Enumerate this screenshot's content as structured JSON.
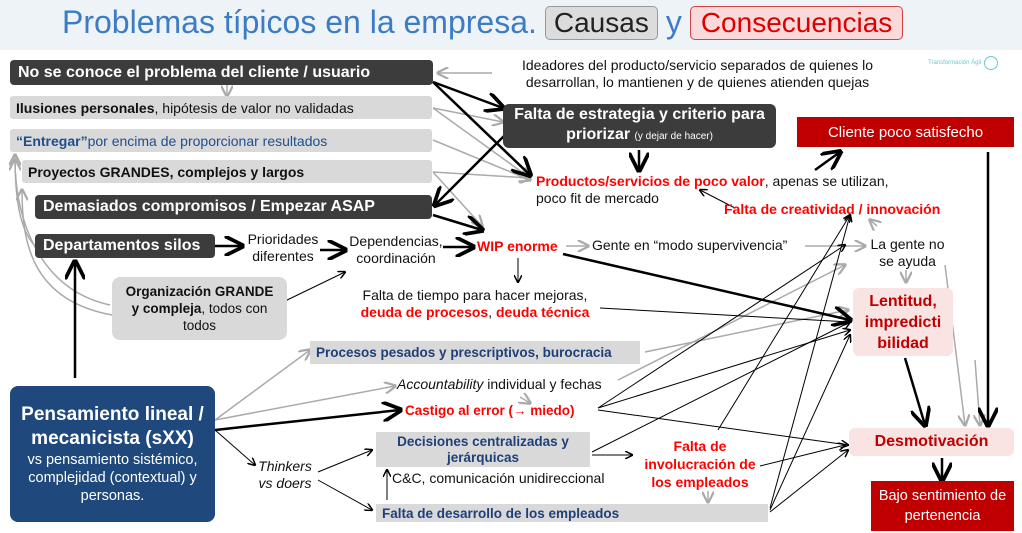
{
  "title": {
    "main": "Problemas típicos en la empresa.",
    "causas": "Causas",
    "y": "y",
    "consecuencias": "Consecuencias"
  },
  "logo": {
    "text": "Transformación Ágil"
  },
  "causes": {
    "no_se_conoce": "No se conoce el problema del cliente / usuario",
    "ilusiones_bold": "Ilusiones personales",
    "ilusiones_rest": ", hipótesis de valor no validadas",
    "entregar_bold": "“Entregar”",
    "entregar_rest": " por encima de proporcionar resultados",
    "proyectos": "Proyectos GRANDES, complejos y largos",
    "demasiados": "Demasiados compromisos / Empezar ASAP",
    "silos": "Departamentos silos",
    "prioridades": "Prioridades diferentes",
    "dependencias": "Dependencias, coordinación",
    "organizacion_bold1": "Organización GRANDE",
    "organizacion_bold2": "y compleja",
    "organizacion_rest": ", todos con todos",
    "ideadores": "Ideadores del producto/servicio separados de quienes lo desarrollan, lo mantienen y de quienes atienden quejas",
    "falta_estrategia": "Falta de estrategia y criterio para priorizar",
    "falta_estrategia_small": "(y dejar de hacer)",
    "wip": "WIP enorme",
    "gente_modo": "Gente en “modo supervivencia”",
    "gente_no_ayuda": "La gente no se ayuda",
    "falta_tiempo": "Falta de tiempo para hacer mejoras,",
    "deuda_procesos": "deuda de procesos",
    "deuda_sep": ", ",
    "deuda_tecnica": "deuda técnica",
    "productos_red": "Productos/servicios de poco valor",
    "productos_rest": ", apenas se utilizan, poco fit de mercado",
    "creatividad": "Falta de creatividad / innovación",
    "procesos_pesados": "Procesos pesados y prescriptivos, burocracia",
    "accountability_it": "Accountability",
    "accountability_rest": " individual y fechas",
    "castigo": "Castigo al error (→ miedo)",
    "pensamiento_bold": "Pensamiento lineal / mecanicista (sXX)",
    "pensamiento_rest": "vs pensamiento sistémico, complejidad (contextual) y personas.",
    "thinkers": "Thinkers vs doers",
    "decisiones": "Decisiones centralizadas y jerárquicas",
    "cc": "C&C, comunicación unidireccional",
    "involucracion": "Falta de involucración de los empleados",
    "desarrollo": "Falta de desarrollo de los empleados"
  },
  "consequences": {
    "cliente": "Cliente poco satisfecho",
    "lentitud": "Lentitud, impredicti bilidad",
    "desmotivacion": "Desmotivación",
    "bajo": "Bajo sentimiento de pertenencia"
  }
}
